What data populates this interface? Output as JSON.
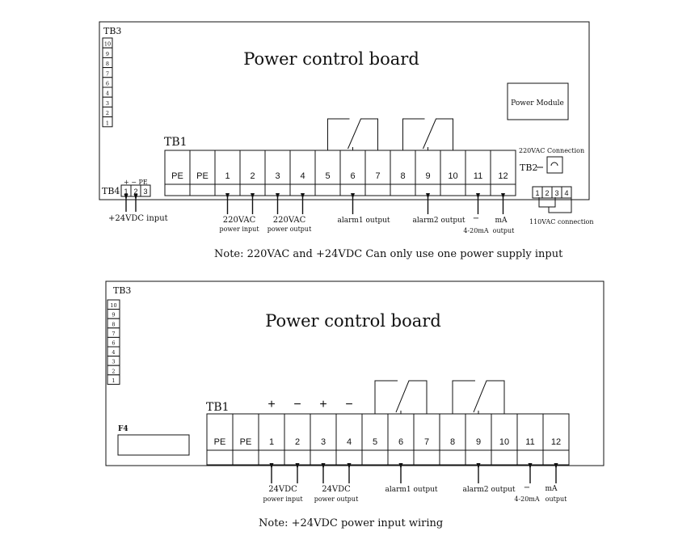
{
  "diagram1": {
    "title": "Power control board",
    "tb3_label": "TB3",
    "tb3_pins": [
      "10",
      "9",
      "8",
      "7",
      "6",
      "4",
      "3",
      "2",
      "1"
    ],
    "tb1_label": "TB1",
    "tb1_terminals": [
      "PE",
      "PE",
      "1",
      "2",
      "3",
      "4",
      "5",
      "6",
      "7",
      "8",
      "9",
      "10",
      "11",
      "12"
    ],
    "tb4_label": "TB4",
    "tb4_polarity": "+  − PE",
    "tb4_pins": [
      "1",
      "2",
      "3"
    ],
    "tb2_label": "TB2",
    "tb2_pins": [
      "1",
      "2",
      "3",
      "4"
    ],
    "power_module": "Power Module",
    "vac220_connection": "220VAC Connection",
    "vac110_connection": "110VAC connection",
    "vdc24_input": "+24VDC input",
    "labels": {
      "vac220_input_l1": "220VAC",
      "vac220_input_l2": "power input",
      "vac220_output_l1": "220VAC",
      "vac220_output_l2": "power output",
      "alarm1": "alarm1 output",
      "alarm2": "alarm2 output",
      "ma_sign": "−",
      "ma_range": "4-20mA",
      "ma_l1": "mA",
      "ma_l2": "output"
    },
    "note": "Note: 220VAC and +24VDC Can only use one power supply input"
  },
  "diagram2": {
    "title": "Power control board",
    "tb3_label": "TB3",
    "tb3_pins": [
      "10",
      "9",
      "8",
      "7",
      "6",
      "4",
      "3",
      "2",
      "1"
    ],
    "tb1_label": "TB1",
    "tb1_terminals": [
      "PE",
      "PE",
      "1",
      "2",
      "3",
      "4",
      "5",
      "6",
      "7",
      "8",
      "9",
      "10",
      "11",
      "12"
    ],
    "polarity_signs": [
      "+",
      "−",
      "+",
      "−"
    ],
    "f4_label": "F4",
    "labels": {
      "vdc24_input_l1": "24VDC",
      "vdc24_input_l2": "power input",
      "vdc24_output_l1": "24VDC",
      "vdc24_output_l2": "power output",
      "alarm1": "alarm1 output",
      "alarm2": "alarm2 output",
      "ma_sign": "−",
      "ma_range": "4-20mA",
      "ma_l1": "mA",
      "ma_l2": "output"
    },
    "note": "Note: +24VDC power input wiring"
  }
}
